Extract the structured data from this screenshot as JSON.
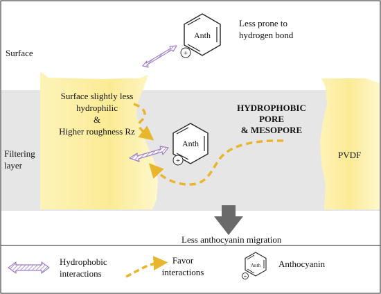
{
  "regions": {
    "surface_label": "Surface",
    "filter_label_line1": "Filtering",
    "filter_label_line2": "layer",
    "pvdf_label": "PVDF"
  },
  "annotations": {
    "less_prone_line1": "Less prone to",
    "less_prone_line2": "hydrogen bond",
    "surface_desc_line1": "Surface slightly less",
    "surface_desc_line2": "hydrophilic",
    "surface_desc_line3": "&",
    "surface_desc_line4": "Higher roughness Rz",
    "pore_line1": "HYDROPHOBIC",
    "pore_line2": "PORE",
    "pore_line3": "& MESOPORE",
    "result": "Less anthocyanin migration"
  },
  "molecules": {
    "ring_label": "Anth",
    "charge": "+"
  },
  "legend": {
    "hydrophobic_line1": "Hydrophobic",
    "hydrophobic_line2": "interactions",
    "favor_line1": "Favor",
    "favor_line2": "interactions",
    "anthocyanin": "Anthocyanin"
  },
  "colors": {
    "filter_band": "#e6e6e6",
    "pore_walls": "#fbeea0",
    "hydrophobic_arrow": "#9f7fc8",
    "favor_arrow": "#e8b62c",
    "result_arrow": "#6a6a6a"
  }
}
